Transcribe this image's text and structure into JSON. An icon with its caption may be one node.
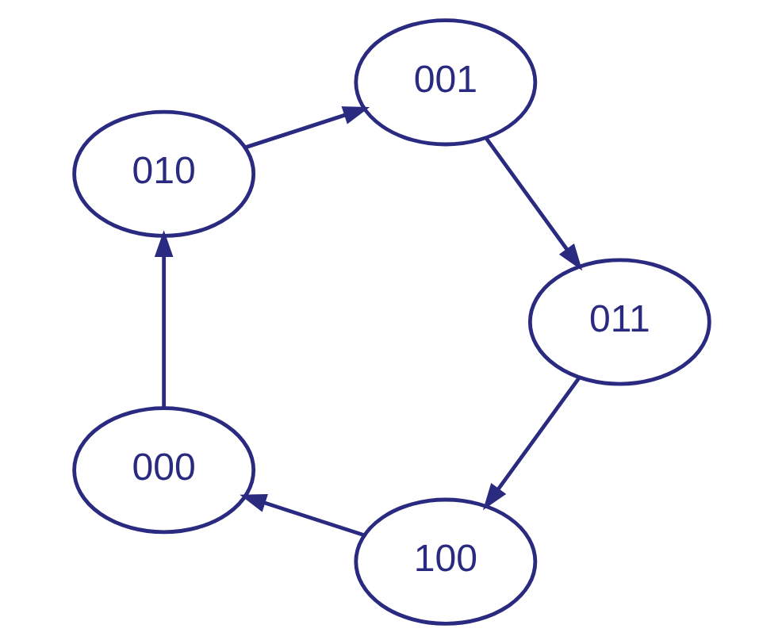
{
  "diagram": {
    "nodes": [
      {
        "text": [
          "100"
        ]
      },
      {
        "text": [
          "000"
        ]
      },
      {
        "text": [
          "010"
        ]
      },
      {
        "text": [
          "001"
        ]
      },
      {
        "text": [
          "011"
        ]
      }
    ],
    "edges": [
      {
        "from": 0,
        "to": 1,
        "arrow": "to"
      },
      {
        "from": 1,
        "to": 2,
        "arrow": "to"
      },
      {
        "from": 2,
        "to": 3,
        "arrow": "to"
      },
      {
        "from": 3,
        "to": 4,
        "arrow": "to"
      },
      {
        "from": 4,
        "to": 0,
        "arrow": "to"
      }
    ]
  }
}
